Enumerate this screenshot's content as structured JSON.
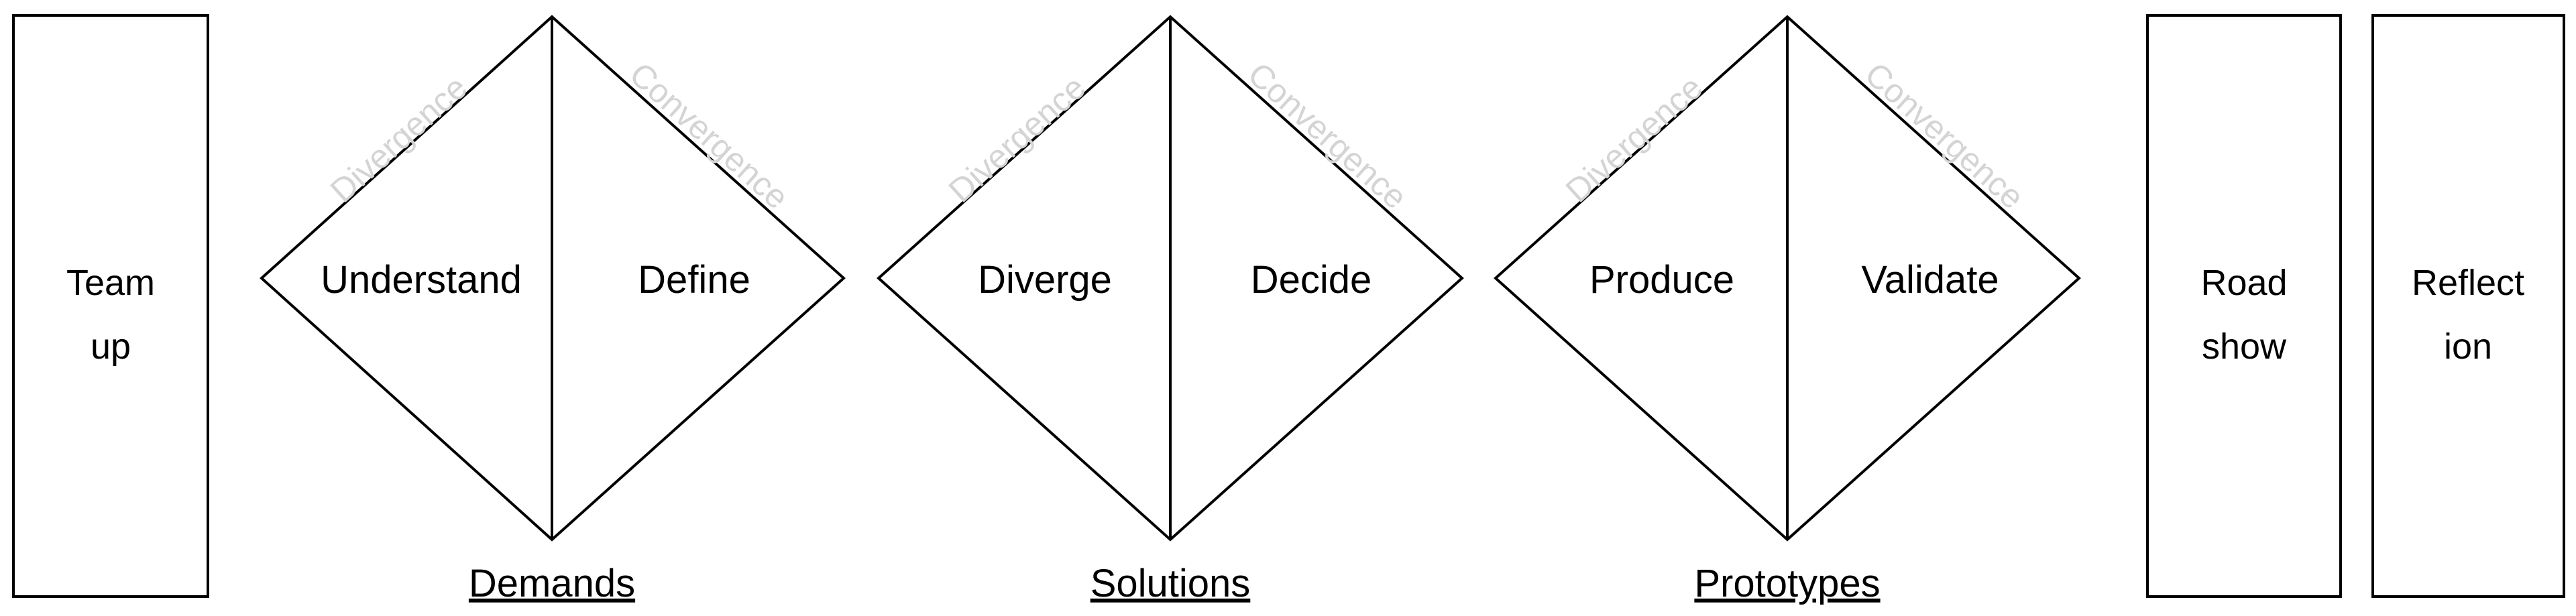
{
  "diagram": {
    "title": "Double Diamond design process",
    "colors": {
      "stroke": "#000000",
      "background": "#ffffff",
      "axis_label": "#d4d4d4",
      "text": "#000000"
    },
    "start_box": {
      "line1": "Team",
      "line2": "up"
    },
    "diamonds": [
      {
        "left_phase": "Understand",
        "right_phase": "Define",
        "divergence_label": "Divergence",
        "convergence_label": "Convergence",
        "outcome": "Demands"
      },
      {
        "left_phase": "Diverge",
        "right_phase": "Decide",
        "divergence_label": "Divergence",
        "convergence_label": "Convergence",
        "outcome": "Solutions"
      },
      {
        "left_phase": "Produce",
        "right_phase": "Validate",
        "divergence_label": "Divergence",
        "convergence_label": "Convergence",
        "outcome": "Prototypes"
      }
    ],
    "end_boxes": [
      {
        "line1": "Road",
        "line2": "show"
      },
      {
        "line1": "Reflect",
        "line2": "ion"
      }
    ]
  }
}
